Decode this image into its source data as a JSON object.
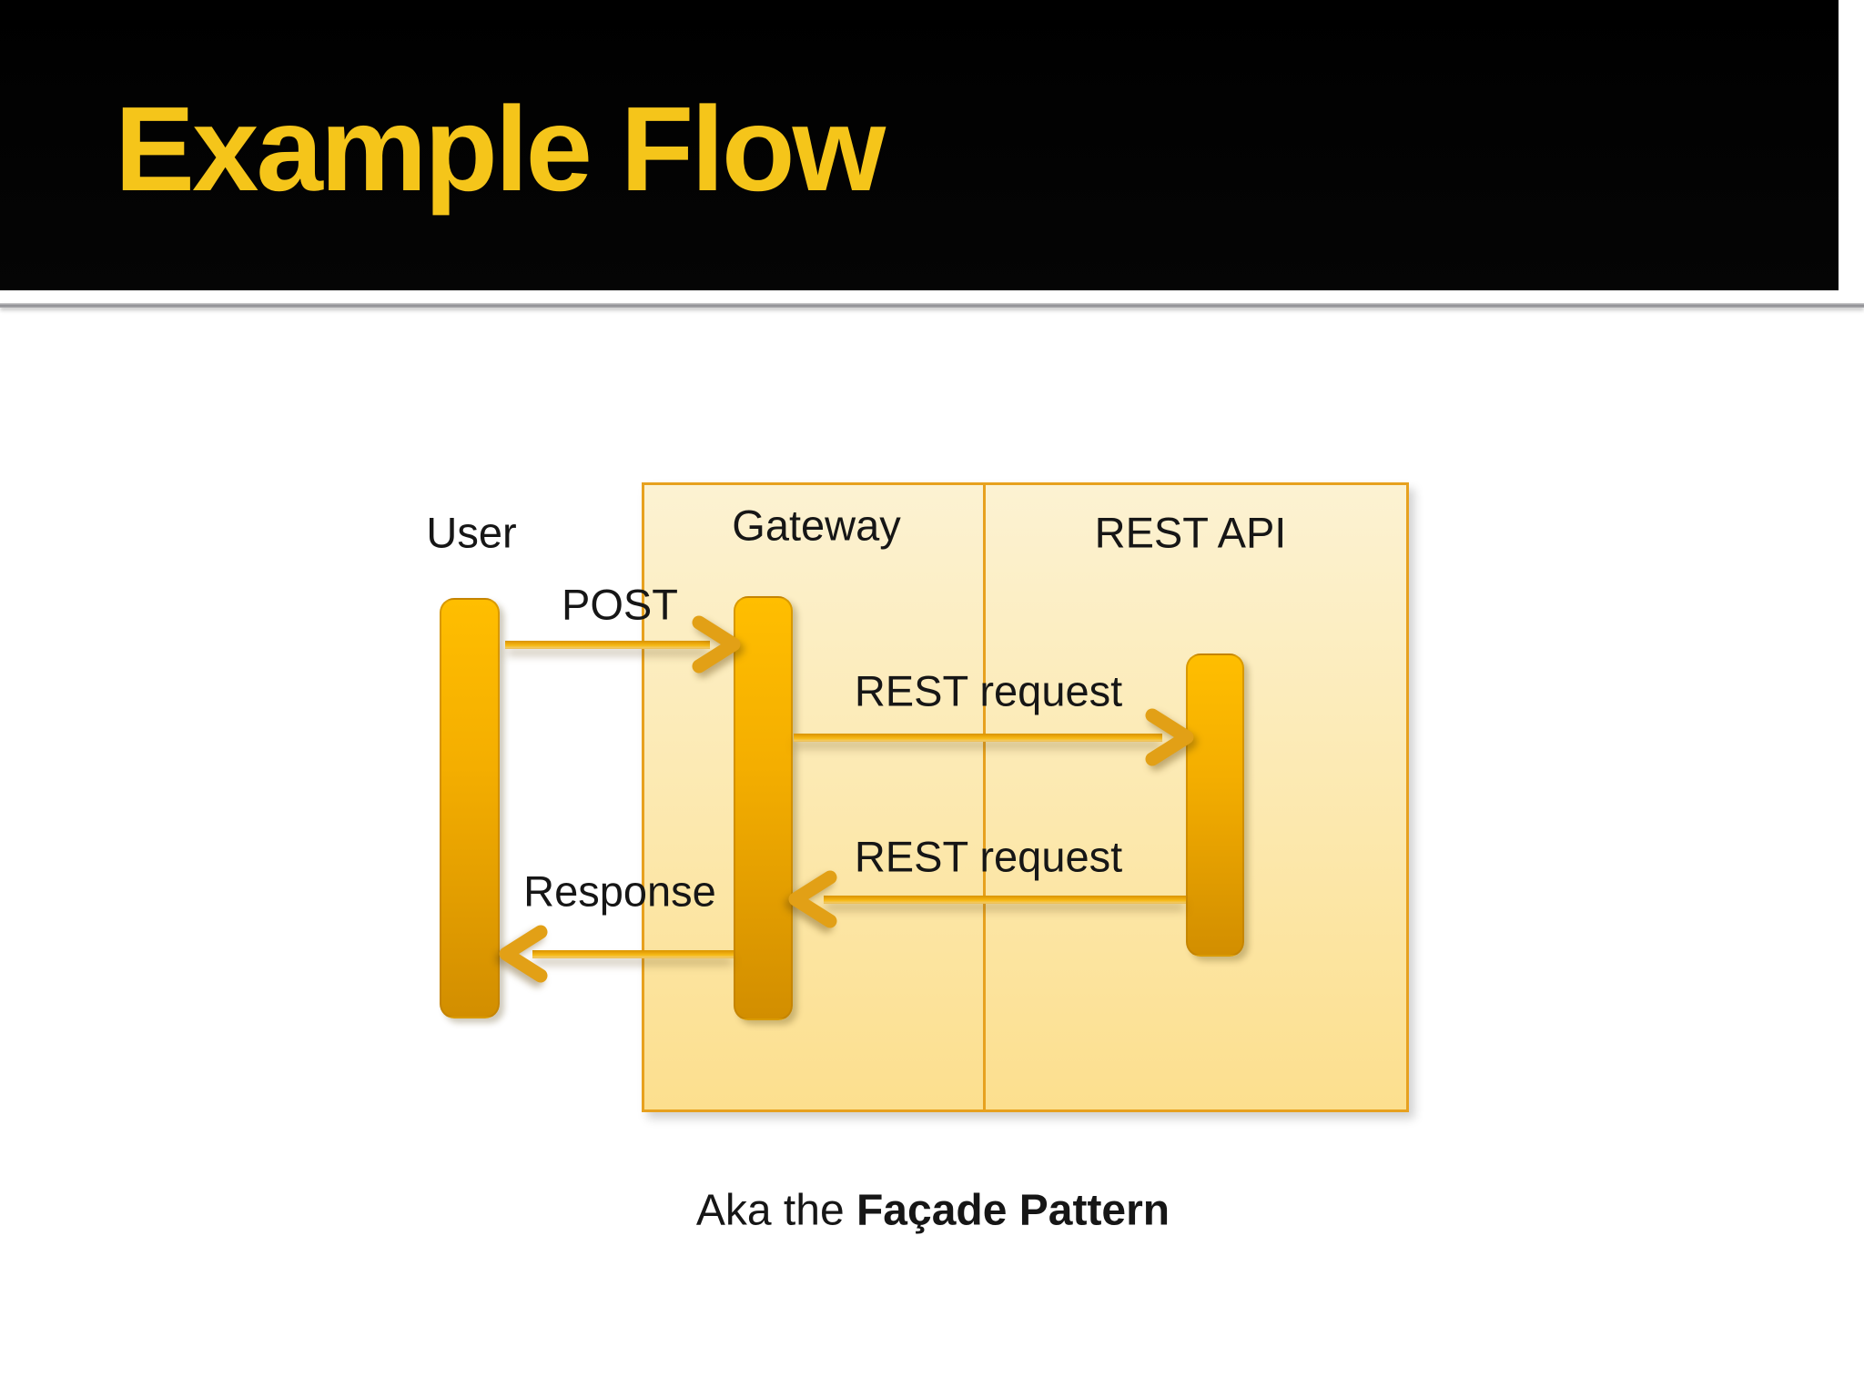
{
  "slide": {
    "title": "Example Flow",
    "caption": {
      "prefix": "Aka the ",
      "bold": "Façade Pattern"
    }
  },
  "diagram": {
    "actors": {
      "user": "User",
      "gateway": "Gateway",
      "rest_api": "REST API"
    },
    "messages": [
      {
        "label": "POST",
        "from": "User",
        "to": "Gateway",
        "direction": "right"
      },
      {
        "label": "REST request",
        "from": "Gateway",
        "to": "REST API",
        "direction": "right"
      },
      {
        "label": "REST request",
        "from": "REST API",
        "to": "Gateway",
        "direction": "left"
      },
      {
        "label": "Response",
        "from": "Gateway",
        "to": "User",
        "direction": "left"
      }
    ],
    "colors": {
      "title_yellow": "#F5C51A",
      "header_background": "#000000",
      "panel_fill_top": "#FCF2D2",
      "panel_fill_bottom": "#FCDF8E",
      "panel_border": "#E7A11F",
      "lifeline_top": "#FFBE00",
      "lifeline_bottom": "#D28E00",
      "arrow_gold": "#E2A016"
    }
  }
}
